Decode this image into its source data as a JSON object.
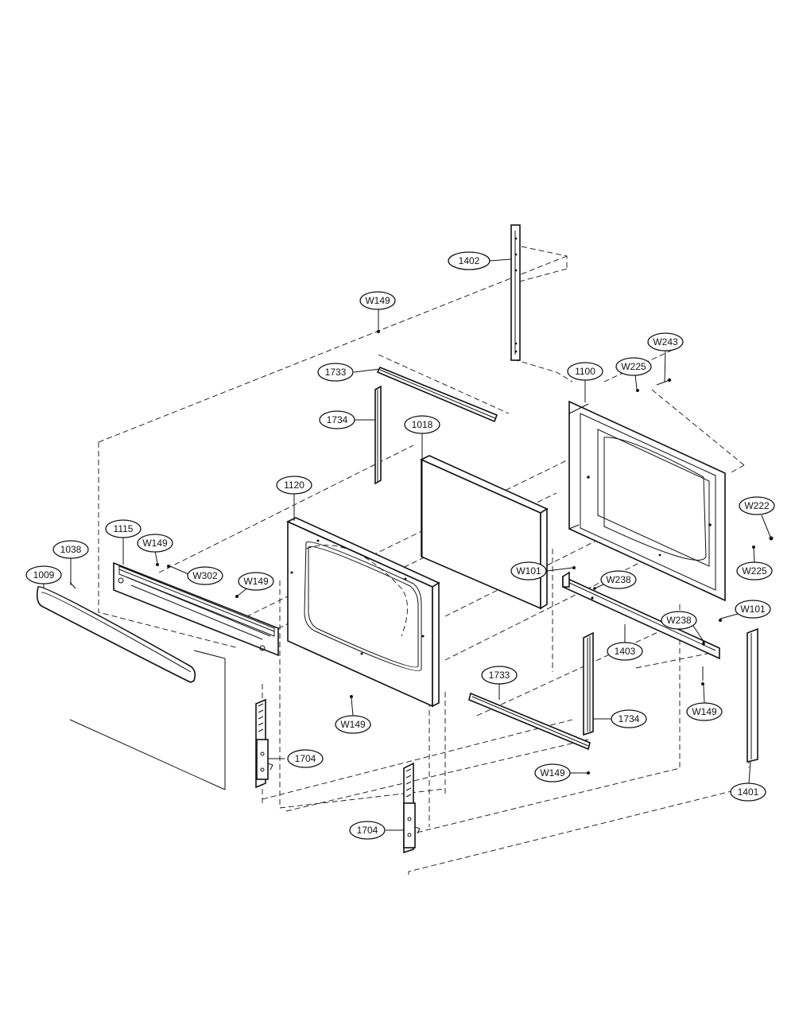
{
  "diagram": {
    "callouts": [
      {
        "id": "c1402",
        "label": "1402"
      },
      {
        "id": "c-w149-top",
        "label": "W149"
      },
      {
        "id": "c1733-top",
        "label": "1733"
      },
      {
        "id": "c1734-top",
        "label": "1734"
      },
      {
        "id": "c1018",
        "label": "1018"
      },
      {
        "id": "c1100",
        "label": "1100"
      },
      {
        "id": "c-w225-top",
        "label": "W225"
      },
      {
        "id": "c-w243",
        "label": "W243"
      },
      {
        "id": "c1120",
        "label": "1120"
      },
      {
        "id": "c1115",
        "label": "1115"
      },
      {
        "id": "c1038",
        "label": "1038"
      },
      {
        "id": "c1009",
        "label": "1009"
      },
      {
        "id": "c-w149-left",
        "label": "W149"
      },
      {
        "id": "c-w302",
        "label": "W302"
      },
      {
        "id": "c-w149-mid",
        "label": "W149"
      },
      {
        "id": "c-w222",
        "label": "W222"
      },
      {
        "id": "c-w225-right",
        "label": "W225"
      },
      {
        "id": "c-w101-left",
        "label": "W101"
      },
      {
        "id": "c-w238-top",
        "label": "W238"
      },
      {
        "id": "c-w238-right",
        "label": "W238"
      },
      {
        "id": "c-w101-right",
        "label": "W101"
      },
      {
        "id": "c1403",
        "label": "1403"
      },
      {
        "id": "c-w149-right",
        "label": "W149"
      },
      {
        "id": "c1733-bottom",
        "label": "1733"
      },
      {
        "id": "c1734-bottom",
        "label": "1734"
      },
      {
        "id": "c-w149-lower",
        "label": "W149"
      },
      {
        "id": "c1704-left",
        "label": "1704"
      },
      {
        "id": "c-w149-bottom",
        "label": "W149"
      },
      {
        "id": "c1704-bottom",
        "label": "1704"
      },
      {
        "id": "c1401",
        "label": "1401"
      }
    ]
  }
}
